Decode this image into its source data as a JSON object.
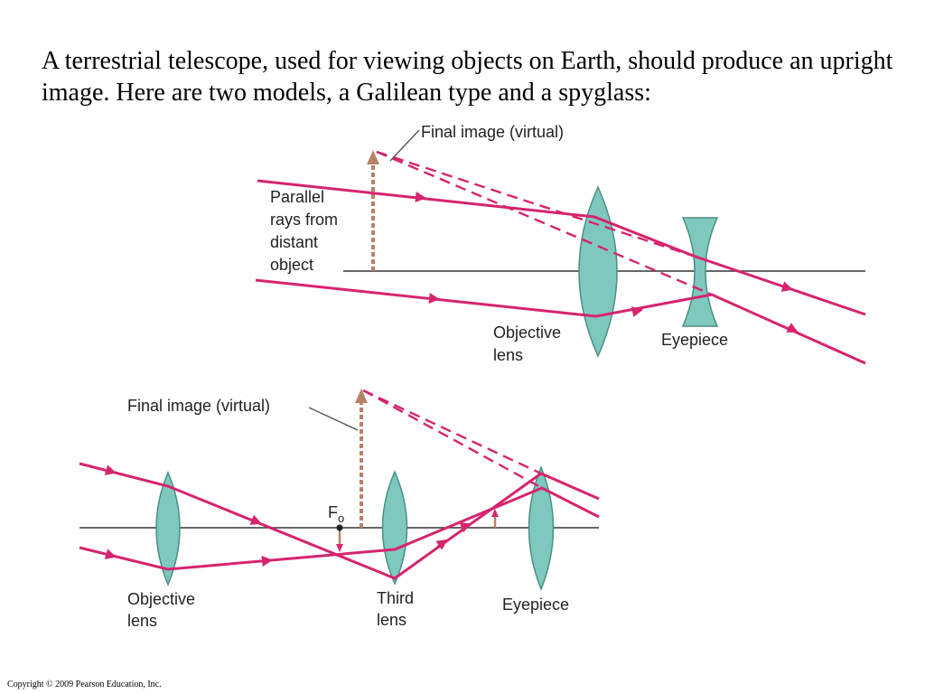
{
  "text": {
    "intro": "A terrestrial telescope, used for viewing objects on Earth, should produce an upright image. Here are two models, a Galilean type and a spyglass:",
    "copyright": "Copyright © 2009 Pearson Education, Inc."
  },
  "galilean": {
    "final_image": "Final image (virtual)",
    "parallel_rays": [
      "Parallel",
      "rays from",
      "distant",
      "object"
    ],
    "objective": [
      "Objective",
      "lens"
    ],
    "eyepiece": "Eyepiece"
  },
  "spyglass": {
    "final_image": "Final image (virtual)",
    "focal_point": "F",
    "focal_sub": "o",
    "objective": [
      "Objective",
      "lens"
    ],
    "third": [
      "Third",
      "lens"
    ],
    "eyepiece": "Eyepiece"
  },
  "colors": {
    "ray": "#d6246e",
    "lens_fill": "#7fc8bd",
    "lens_stroke": "#4a8f86",
    "image_arrow": "#b8826a",
    "axis": "#333333"
  }
}
